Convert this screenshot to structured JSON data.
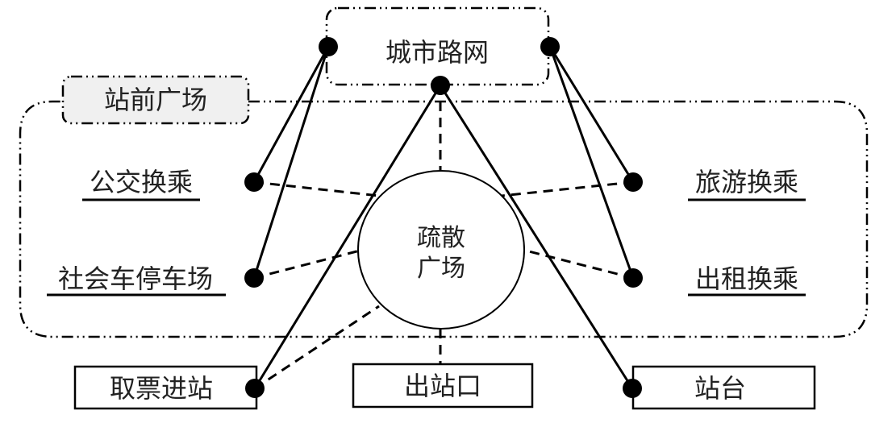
{
  "nodes": {
    "city_road_network": "城市路网",
    "station_front_plaza": "站前广场",
    "evacuation_plaza_line1": "疏散",
    "evacuation_plaza_line2": "广场",
    "bus_transfer": "公交换乘",
    "social_parking": "社会车停车场",
    "tourism_transfer": "旅游换乘",
    "taxi_transfer": "出租换乘",
    "ticket_entry": "取票进站",
    "exit": "出站口",
    "platform": "站台"
  },
  "colors": {
    "line": "#000000",
    "plaza_fill": "#f0f0f0"
  }
}
